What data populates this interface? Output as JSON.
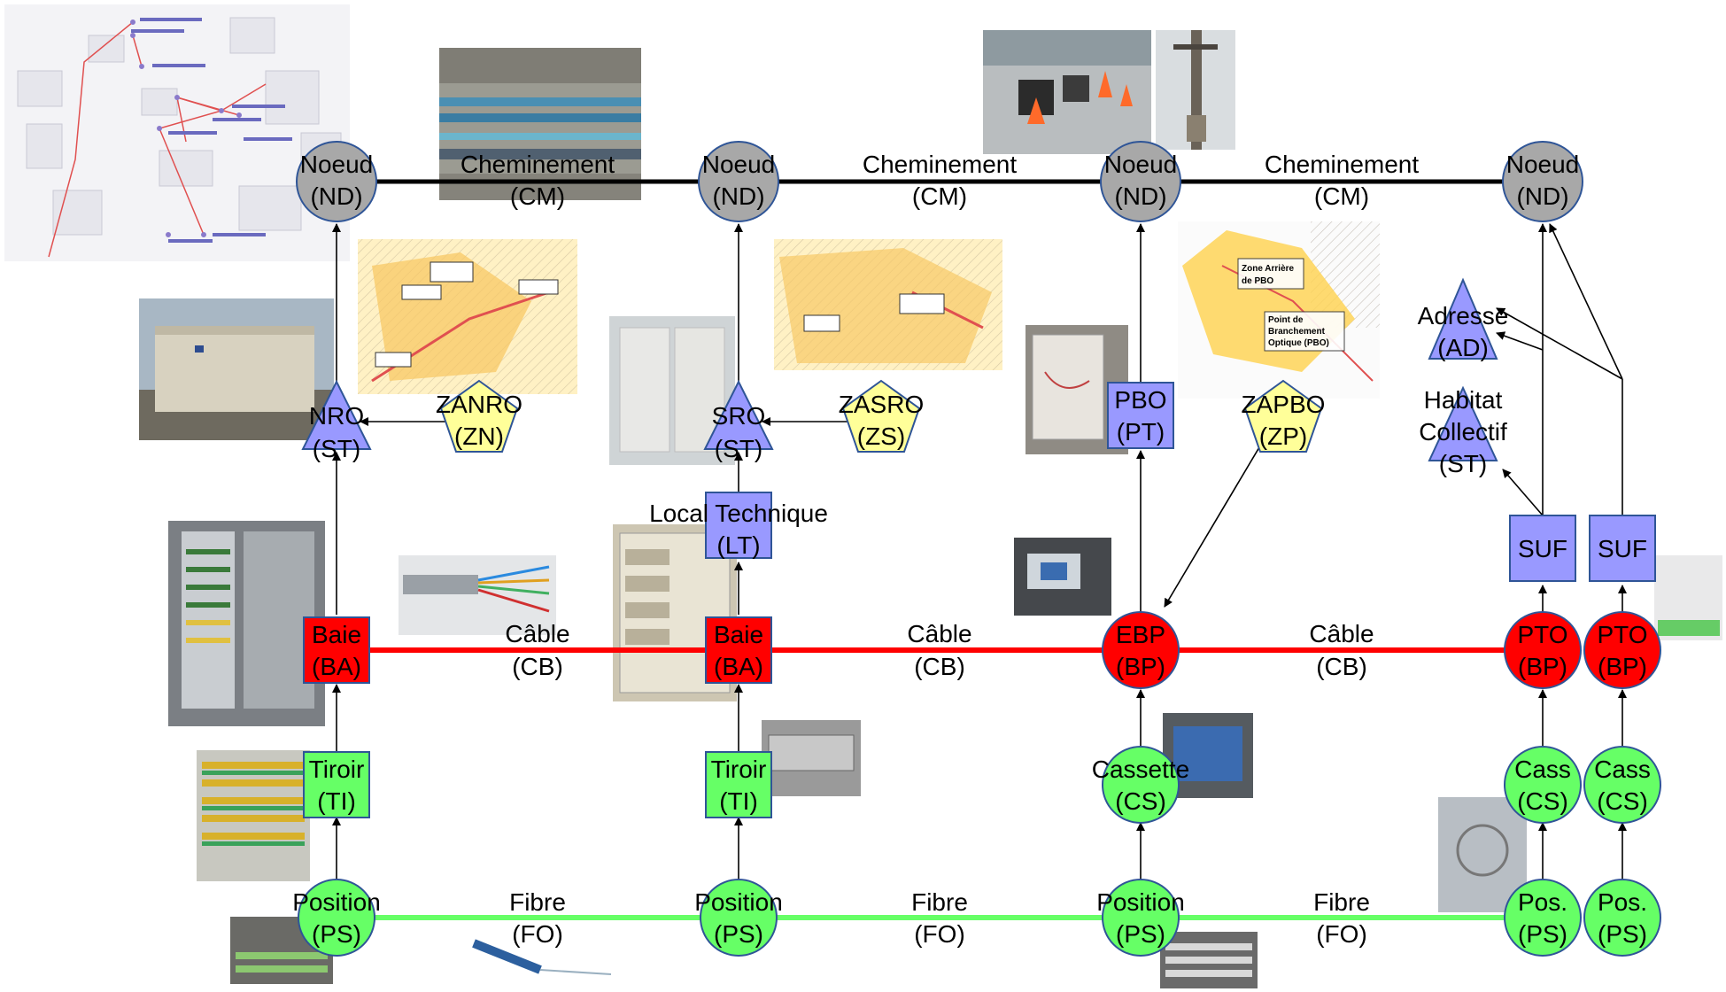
{
  "edge_labels": {
    "cheminement": [
      "Cheminement",
      "(CM)"
    ],
    "cable": [
      "Câble",
      "(CB)"
    ],
    "fibre": [
      "Fibre",
      "(FO)"
    ]
  },
  "nodes": {
    "noeud": [
      "Noeud",
      "(ND)"
    ],
    "nro": [
      "NRO",
      "(ST)"
    ],
    "sro": [
      "SRO",
      "(ST)"
    ],
    "zanro": [
      "ZANRO",
      "(ZN)"
    ],
    "zasro": [
      "ZASRO",
      "(ZS)"
    ],
    "zapbo": [
      "ZAPBO",
      "(ZP)"
    ],
    "pbo": [
      "PBO",
      "(PT)"
    ],
    "adresse": [
      "Adresse",
      "(AD)"
    ],
    "habitat": [
      "Habitat",
      "Collectif",
      "(ST)"
    ],
    "suf": "SUF",
    "local_technique": [
      "Local Technique",
      "(LT)"
    ],
    "baie": [
      "Baie",
      "(BA)"
    ],
    "ebp": [
      "EBP",
      "(BP)"
    ],
    "pto": [
      "PTO",
      "(BP)"
    ],
    "tiroir": [
      "Tiroir",
      "(TI)"
    ],
    "cassette": [
      "Cassette",
      "(CS)"
    ],
    "cass": [
      "Cass",
      "(CS)"
    ],
    "position": [
      "Position",
      "(PS)"
    ],
    "pos": [
      "Pos.",
      "(PS)"
    ]
  },
  "map_labels": {
    "zone_arriere_pbo": [
      "Zone Arrière",
      "de PBO"
    ],
    "point_branchement": [
      "Point de",
      "Branchement",
      "Optique (PBO)"
    ]
  },
  "colors": {
    "gray_node": "#a8a8a8",
    "blue_node": "#9999ff",
    "yellow_node": "#ffff99",
    "red_node": "#ff0000",
    "green_node": "#66ff66",
    "cable_line": "#ff0000",
    "fibre_line": "#66ff66",
    "path_line": "#000000",
    "node_border": "#2f5597"
  }
}
